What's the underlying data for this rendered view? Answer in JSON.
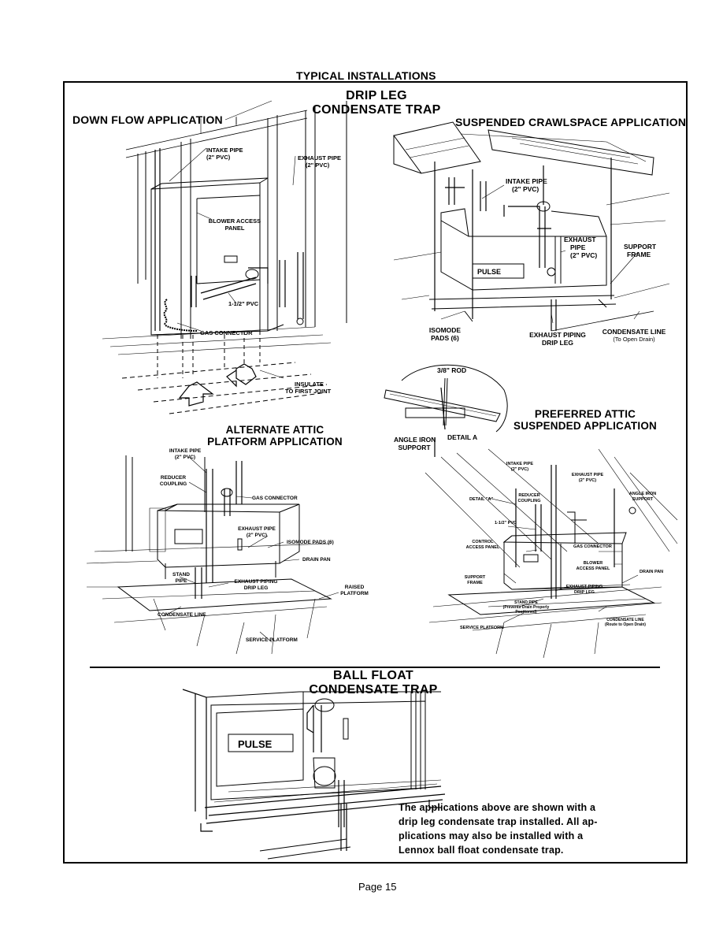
{
  "page_title": "TYPICAL INSTALLATIONS",
  "drip_leg_title": [
    "DRIP LEG",
    "CONDENSATE TRAP"
  ],
  "down_flow": {
    "title": "DOWN FLOW APPLICATION",
    "labels": {
      "intake_pipe": [
        "INTAKE PIPE",
        "(2\" PVC)"
      ],
      "exhaust_pipe": [
        "EXHAUST PIPE",
        "(2\" PVC)"
      ],
      "blower_panel": [
        "BLOWER ACCESS",
        "PANEL"
      ],
      "pvc": "1-1/2\" PVC",
      "gas_connector": "GAS CONNECTOR",
      "insulate": [
        "INSULATE",
        "TO FIRST JOINT"
      ]
    }
  },
  "crawlspace": {
    "title": "SUSPENDED CRAWLSPACE APPLICATION",
    "labels": {
      "intake_pipe": [
        "INTAKE PIPE",
        "(2\" PVC)"
      ],
      "exhaust_pipe": [
        "EXHAUST",
        "PIPE",
        "(2\" PVC)"
      ],
      "support_frame": [
        "SUPPORT",
        "FRAME"
      ],
      "isomode": [
        "ISOMODE",
        "PADS (6)"
      ],
      "exhaust_piping": [
        "EXHAUST PIPING",
        "DRIP LEG"
      ],
      "condensate_line": [
        "CONDENSATE LINE",
        "(To Open Drain)"
      ]
    }
  },
  "detail_a": {
    "rod": "3/8\" ROD",
    "angle_iron": [
      "ANGLE IRON",
      "SUPPORT"
    ],
    "caption": "DETAIL A"
  },
  "alt_attic": {
    "title": [
      "ALTERNATE ATTIC",
      "PLATFORM APPLICATION"
    ],
    "labels": {
      "intake_pipe": [
        "INTAKE PIPE",
        "(2\" PVC)"
      ],
      "reducer": [
        "REDUCER",
        "COUPLING"
      ],
      "gas_connector": "GAS CONNECTOR",
      "exhaust_pipe": [
        "EXHAUST PIPE",
        "(2\" PVC)"
      ],
      "isomode": "ISOMODE PADS (6)",
      "drain_pan": "DRAIN PAN",
      "stand_pipe": [
        "STAND",
        "PIPE"
      ],
      "exhaust_piping": [
        "EXHAUST PIPING",
        "DRIP LEG"
      ],
      "raised_platform": [
        "RAISED",
        "PLATFORM"
      ],
      "condensate_line": "CONDENSATE LINE",
      "service_platform": "SERVICE PLATFORM"
    }
  },
  "pref_attic": {
    "title": [
      "PREFERRED ATTIC",
      "SUSPENDED APPLICATION"
    ],
    "labels": {
      "intake_pipe": [
        "INTAKE PIPE",
        "(2\" PVC)"
      ],
      "exhaust_pipe": [
        "EXHAUST PIPE",
        "(2\" PVC)"
      ],
      "detail_a": "DETAIL \"A\"",
      "reducer": [
        "REDUCER",
        "COUPLING"
      ],
      "angle_iron": [
        "ANGLE IRON",
        "SUPPORT"
      ],
      "pvc": "1-1/2\" PVC",
      "control_panel": [
        "CONTROL",
        "ACCESS PANEL"
      ],
      "gas_connector": "GAS CONNECTOR",
      "blower_panel": [
        "BLOWER",
        "ACCESS PANEL"
      ],
      "drain_pan": "DRAIN PAN",
      "support_frame": [
        "SUPPORT",
        "FRAME"
      ],
      "exhaust_piping": [
        "EXHAUST PIPING",
        "DRIP LEG"
      ],
      "stand_pipe": [
        "STAND PIPE",
        "(Prevents Drain Properly",
        "Positioned)"
      ],
      "condensate_line": [
        "CONDENSATE LINE",
        "(Route to Open Drain)"
      ],
      "service_platform": "SERVICE PLATFORM"
    }
  },
  "ball_float_title": [
    "BALL FLOAT",
    "CONDENSATE TRAP"
  ],
  "note": [
    "The applications above are shown with a",
    "drip leg condensate trap installed. All ap-",
    "plications may also be installed with a",
    "Lennox ball float condensate trap."
  ],
  "logo_text": "PULSE",
  "page_number": "Page 15"
}
